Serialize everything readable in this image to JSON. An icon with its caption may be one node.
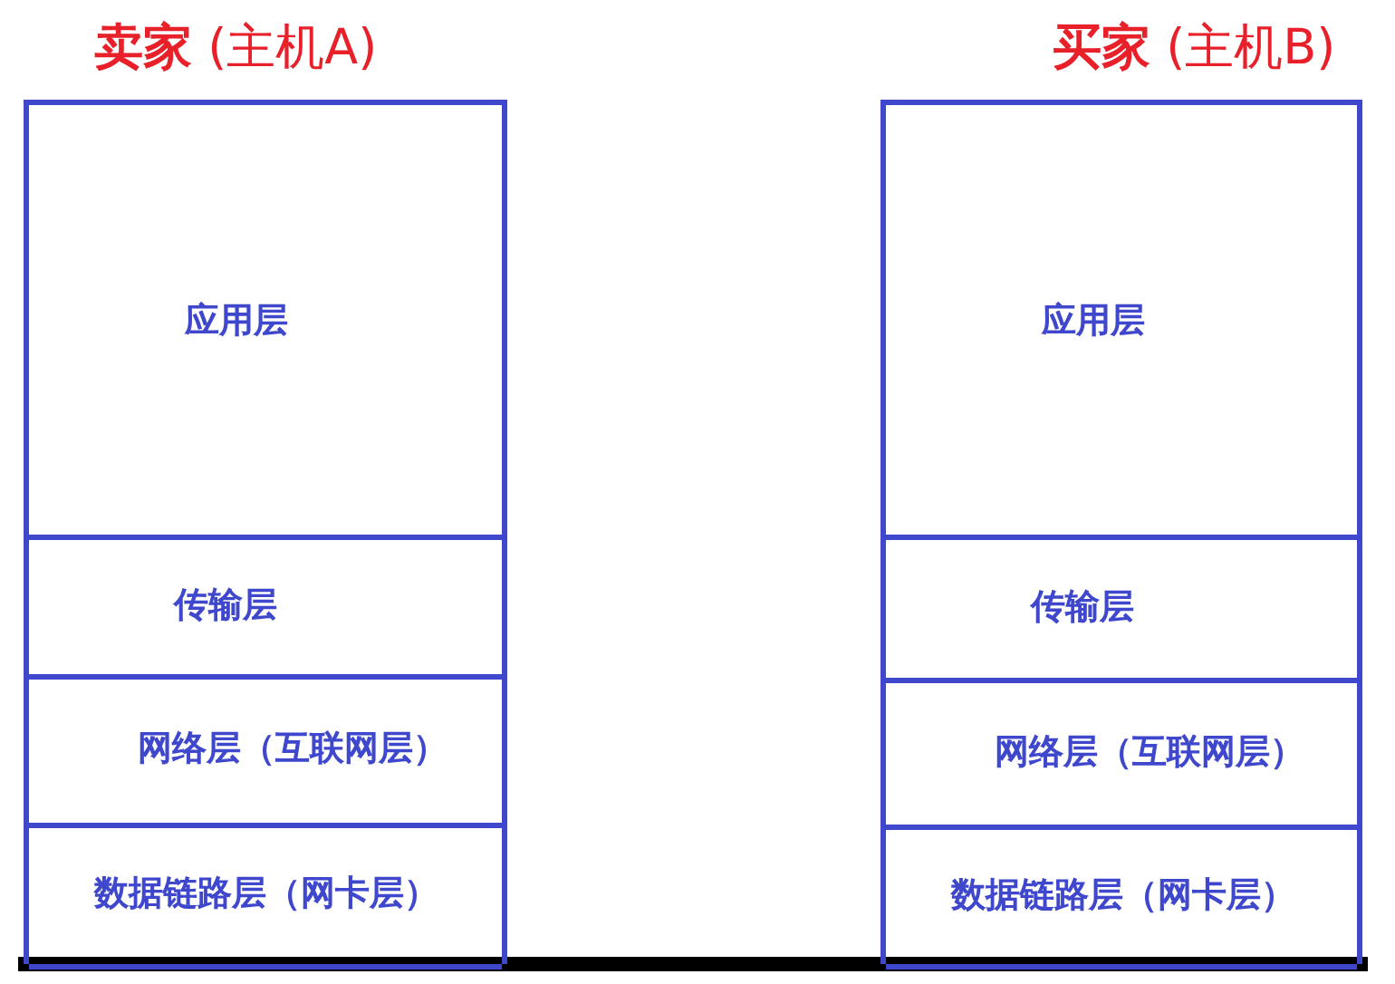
{
  "diagram": {
    "nodes": [
      {
        "text": [
          "**卖家** (主机A)"
        ]
      },
      {
        "text": [
          "应用层"
        ],
        "in": 0
      },
      {
        "text": [
          "传输层"
        ],
        "in": 0
      },
      {
        "text": [
          "网络层（互联网层）"
        ],
        "in": 0
      },
      {
        "text": [
          "数据链路层（网卡层）"
        ],
        "in": 0
      },
      {
        "text": [
          "**买家** (主机B)"
        ]
      },
      {
        "text": [
          "应用层"
        ],
        "in": 5
      },
      {
        "text": [
          "传输层"
        ],
        "in": 5
      },
      {
        "text": [
          "网络层（互联网层）"
        ],
        "in": 5
      },
      {
        "text": [
          "数据链路层（网卡层）"
        ],
        "in": 5
      }
    ],
    "edges": [
      {
        "from": 0,
        "to": 5,
        "arrow": "none"
      }
    ]
  }
}
